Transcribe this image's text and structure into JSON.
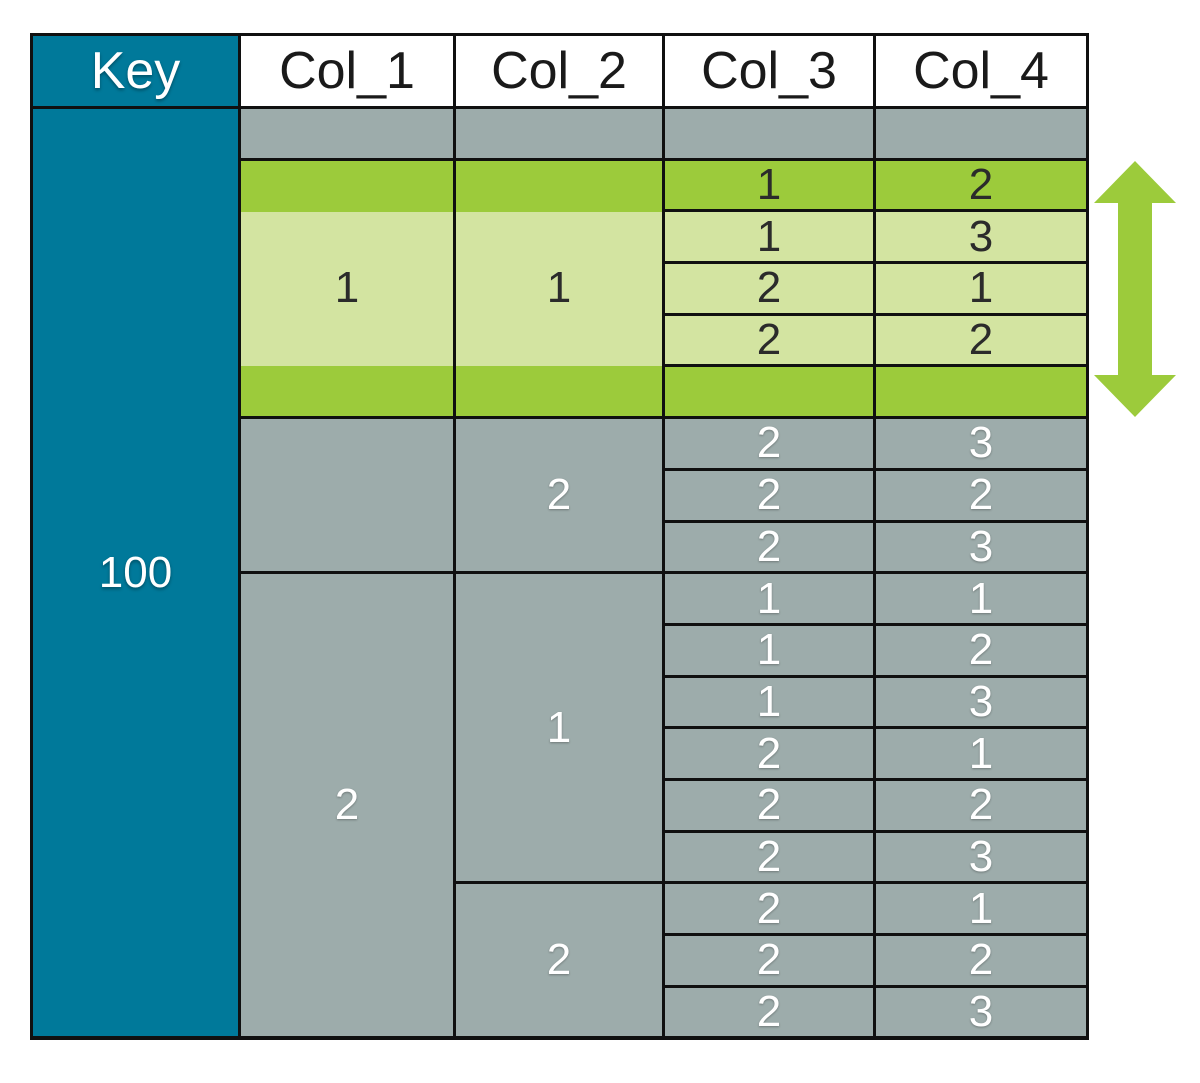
{
  "header": {
    "key_label": "Key",
    "col_labels": [
      "Col_1",
      "Col_2",
      "Col_3",
      "Col_4"
    ]
  },
  "key": {
    "value": "100"
  },
  "groups": {
    "green": {
      "col1": "1",
      "col2": "1"
    },
    "gray_a": {
      "col1": "",
      "col2": "2"
    },
    "gray_b": {
      "col1": "2",
      "col2_first": "1",
      "col2_second": "2"
    }
  },
  "rows": {
    "top_empty": [
      "",
      "",
      "",
      ""
    ],
    "green": [
      [
        "1",
        "2"
      ],
      [
        "1",
        "3"
      ],
      [
        "2",
        "1"
      ],
      [
        "2",
        "2"
      ],
      [
        "",
        ""
      ]
    ],
    "gray_a": [
      [
        "2",
        "3"
      ],
      [
        "2",
        "2"
      ],
      [
        "2",
        "3"
      ]
    ],
    "gray_b": [
      [
        "1",
        "1"
      ],
      [
        "1",
        "2"
      ],
      [
        "1",
        "3"
      ],
      [
        "2",
        "1"
      ],
      [
        "2",
        "2"
      ],
      [
        "2",
        "3"
      ],
      [
        "2",
        "1"
      ],
      [
        "2",
        "2"
      ],
      [
        "2",
        "3"
      ]
    ]
  },
  "colors": {
    "teal": "#00799a",
    "gray": "#9dacab",
    "green_dark": "#9ccb3b",
    "green_light": "#d3e4a1",
    "border": "#101010",
    "arrow": "#9ccb3b"
  },
  "arrow": {
    "icon_label": "double-headed vertical arrow spanning green rows"
  }
}
